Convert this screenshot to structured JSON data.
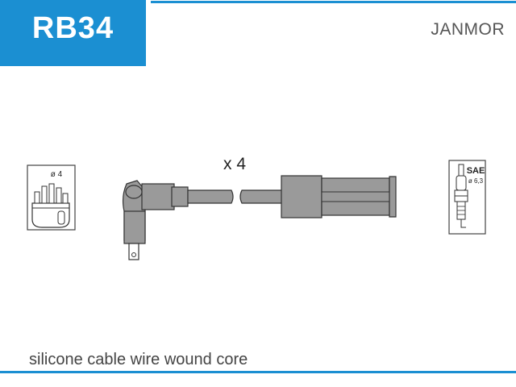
{
  "header": {
    "part_number": "RB34",
    "brand": "JANMOR",
    "accent_color": "#1b8fd2"
  },
  "diagram": {
    "wire_count": "x 4",
    "distributor_icon_label": "ø 4",
    "spark_plug_icon": {
      "standard": "SAE",
      "size": "ø 6,3"
    }
  },
  "footer": {
    "description": "silicone cable wire wound core"
  }
}
